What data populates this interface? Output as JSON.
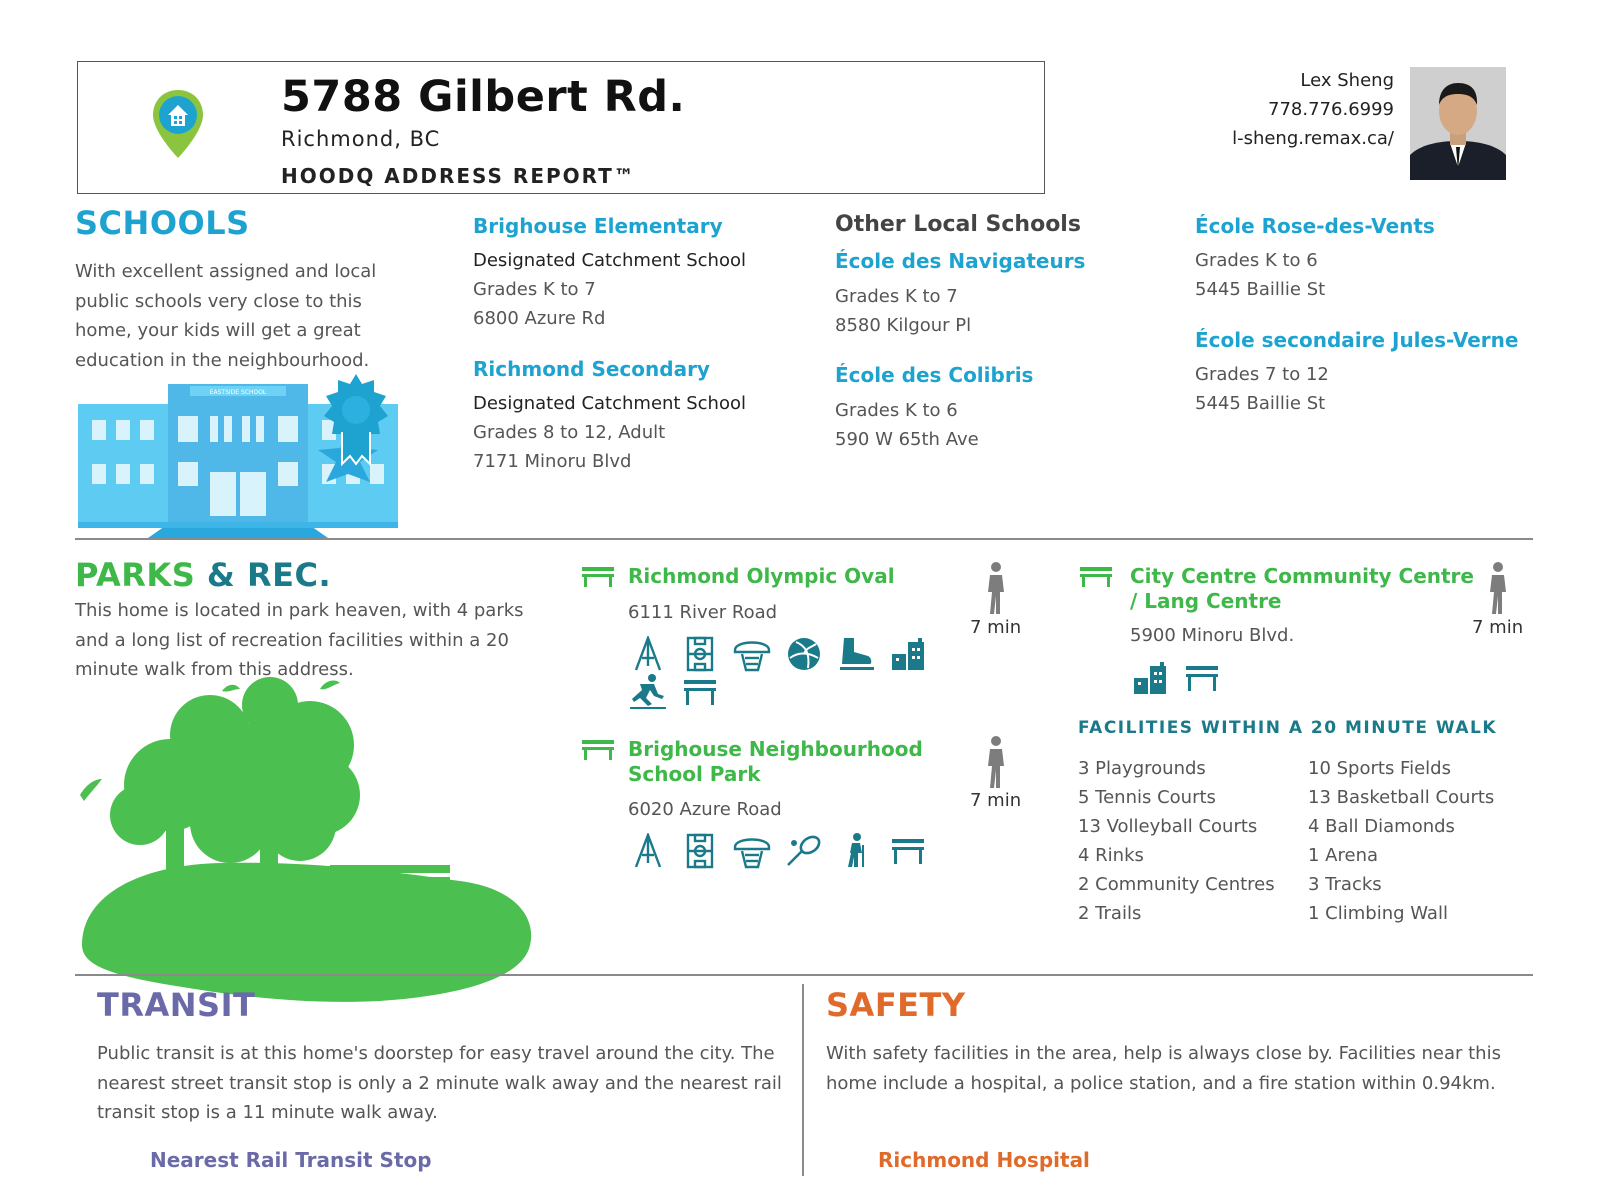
{
  "header": {
    "address": "5788 Gilbert Rd.",
    "city": "Richmond, BC",
    "report": "HOODQ ADDRESS REPORT™"
  },
  "agent": {
    "name": "Lex Sheng",
    "phone": "778.776.6999",
    "website": "l-sheng.remax.ca/"
  },
  "schools": {
    "title": "SCHOOLS",
    "description": "With excellent assigned and local public schools very close to this home, your kids will get a great education in the neighbourhood.",
    "building_sign": "EASTSIDE SCHOOL",
    "assigned": [
      {
        "name": "Brighouse Elementary",
        "designation": "Designated Catchment School",
        "grades": "Grades K to 7",
        "address": "6800 Azure Rd"
      },
      {
        "name": "Richmond Secondary",
        "designation": "Designated Catchment School",
        "grades": "Grades 8 to 12, Adult",
        "address": "7171 Minoru Blvd"
      }
    ],
    "other_heading": "Other Local Schools",
    "other": [
      {
        "name": "École des Navigateurs",
        "grades": "Grades K to 7",
        "address": "8580 Kilgour Pl"
      },
      {
        "name": "École des Colibris",
        "grades": "Grades K to 6",
        "address": "590 W 65th Ave"
      },
      {
        "name": "École Rose-des-Vents",
        "grades": "Grades K to 6",
        "address": "5445 Baillie St"
      },
      {
        "name": "École secondaire Jules-Verne",
        "grades": "Grades 7 to 12",
        "address": "5445 Baillie St"
      }
    ]
  },
  "parks": {
    "title_a": "PARKS",
    "title_b": " & REC.",
    "description": "This home is located in park heaven, with 4 parks and a long list of recreation facilities within a 20 minute walk from this address.",
    "list": [
      {
        "name": "Richmond Olympic Oval",
        "address": "6111 River Road",
        "walk": "7 min",
        "icons": [
          "playground-icon",
          "sports-field-icon",
          "basketball-icon",
          "volleyball-icon",
          "skate-icon",
          "community-centre-icon",
          "track-icon",
          "bench-icon"
        ]
      },
      {
        "name_l1": "Brighouse Neighbourhood",
        "name_l2": "School Park",
        "address": "6020 Azure Road",
        "walk": "7 min",
        "icons": [
          "playground-icon",
          "sports-field-icon",
          "basketball-icon",
          "tennis-icon",
          "trail-icon",
          "bench-icon"
        ]
      },
      {
        "name_l1": "City Centre Community Centre",
        "name_l2": "/ Lang Centre",
        "address": "5900 Minoru Blvd.",
        "walk": "7 min",
        "icons": [
          "community-centre-icon",
          "bench-icon"
        ]
      }
    ],
    "facilities_heading": "FACILITIES WITHIN A 20 MINUTE WALK",
    "facilities_left": [
      "3 Playgrounds",
      "5 Tennis Courts",
      "13 Volleyball Courts",
      "4 Rinks",
      "2 Community Centres",
      "2 Trails"
    ],
    "facilities_right": [
      "10 Sports Fields",
      "13 Basketball Courts",
      "4 Ball Diamonds",
      "1 Arena",
      "3 Tracks",
      "1 Climbing Wall"
    ]
  },
  "transit": {
    "title": "TRANSIT",
    "description": "Public transit is at this home's doorstep for easy travel around the city. The nearest street transit stop is only a 2 minute walk away and the nearest rail transit stop is a 11 minute walk away.",
    "sub": "Nearest Rail Transit Stop"
  },
  "safety": {
    "title": "SAFETY",
    "description": "With safety facilities in the area, help is always close by. Facilities near this home include a hospital, a police station, and a fire station within 0.94km.",
    "sub": "Richmond Hospital"
  },
  "colors": {
    "schools": "#1ea3d1",
    "parks": "#3fb84a",
    "park_dark": "#1a7a8a",
    "transit": "#6a6aa8",
    "safety": "#e06a2a"
  }
}
